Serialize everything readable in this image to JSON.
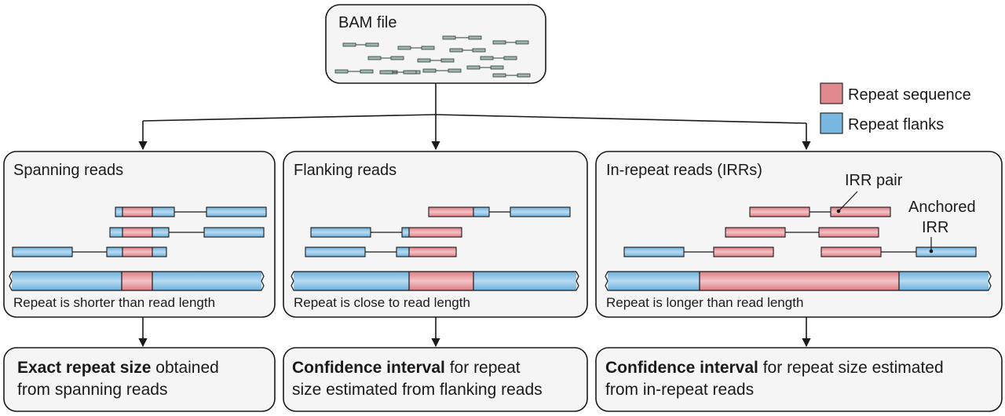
{
  "colors": {
    "repeat": "#e08a90",
    "flank": "#78b7df",
    "panel_fill": "#f5f5f5",
    "read_mini": "#9fb5ad"
  },
  "bam": {
    "title": "BAM file"
  },
  "legend": [
    {
      "label": "Repeat sequence",
      "color": "#e08a90"
    },
    {
      "label": "Repeat flanks",
      "color": "#78b7df"
    }
  ],
  "panels": [
    {
      "title": "Spanning reads",
      "caption": "Repeat is shorter than read length"
    },
    {
      "title": "Flanking reads",
      "caption": "Repeat is close to read length"
    },
    {
      "title": "In-repeat reads (IRRs)",
      "caption": "Repeat is longer than read length",
      "labels": {
        "irr_pair": "IRR pair",
        "anchored_1": "Anchored",
        "anchored_2": "IRR"
      }
    }
  ],
  "results": [
    {
      "bold": "Exact repeat size",
      "rest1": " obtained",
      "line2": "from spanning reads"
    },
    {
      "bold": "Confidence interval",
      "rest1": " for repeat",
      "line2": "size estimated from flanking reads"
    },
    {
      "bold": "Confidence interval",
      "rest1": " for repeat size estimated",
      "line2": "from in-repeat reads"
    }
  ]
}
